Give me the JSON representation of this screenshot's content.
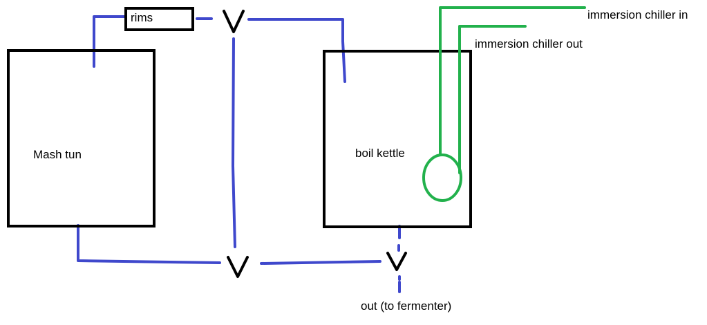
{
  "labels": {
    "rims": "rims",
    "mash_tun": "Mash tun",
    "boil_kettle": "boil kettle",
    "chiller_in": "immersion chiller in",
    "chiller_out": "immersion chiller out",
    "outlet": "out (to fermenter)"
  },
  "colors": {
    "vessel_outline": "#000000",
    "wort_line": "#3f48cc",
    "chiller_line": "#22b14c",
    "background": "#ffffff"
  },
  "icons": {
    "valve": "valve-v-symbol"
  }
}
